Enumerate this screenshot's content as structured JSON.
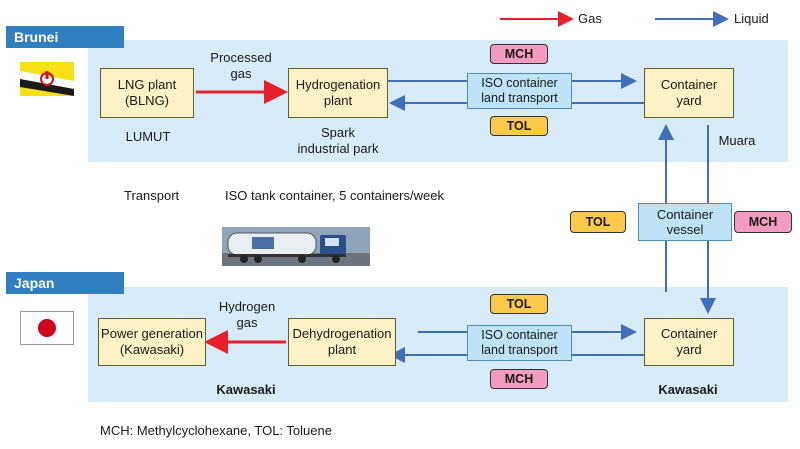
{
  "legend": {
    "gas": "Gas",
    "liquid": "Liquid"
  },
  "colors": {
    "gas": "#e8202a",
    "liquid": "#3f6fb8",
    "mch": "#f39bc0",
    "tol": "#fdc94a",
    "node": "#fdf1c6",
    "region": "#d7ecf8",
    "tag": "#2f7fc1"
  },
  "brunei": {
    "tag": "Brunei",
    "lng_plant": "LNG plant\n(BLNG)",
    "processed_gas": "Processed\ngas",
    "hydrogenation_plant": "Hydrogenation\nplant",
    "iso_container": "ISO container\nland transport",
    "container_yard": "Container\nyard",
    "mch": "MCH",
    "tol": "TOL",
    "lumut": "LUMUT",
    "spark": "Spark\nindustrial park",
    "muara": "Muara"
  },
  "transport": {
    "label": "Transport",
    "description": "ISO tank container, 5 containers/week"
  },
  "vessel": {
    "label": "Container\nvessel",
    "tol": "TOL",
    "mch": "MCH"
  },
  "japan": {
    "tag": "Japan",
    "power_generation": "Power generation\n(Kawasaki)",
    "hydrogen_gas": "Hydrogen\ngas",
    "dehydrogenation_plant": "Dehydrogenation\nplant",
    "iso_container": "ISO container\nland transport",
    "container_yard": "Container\nyard",
    "tol": "TOL",
    "mch": "MCH",
    "kawasaki_left": "Kawasaki",
    "kawasaki_right": "Kawasaki"
  },
  "footnote": "MCH: Methylcyclohexane, TOL: Toluene"
}
